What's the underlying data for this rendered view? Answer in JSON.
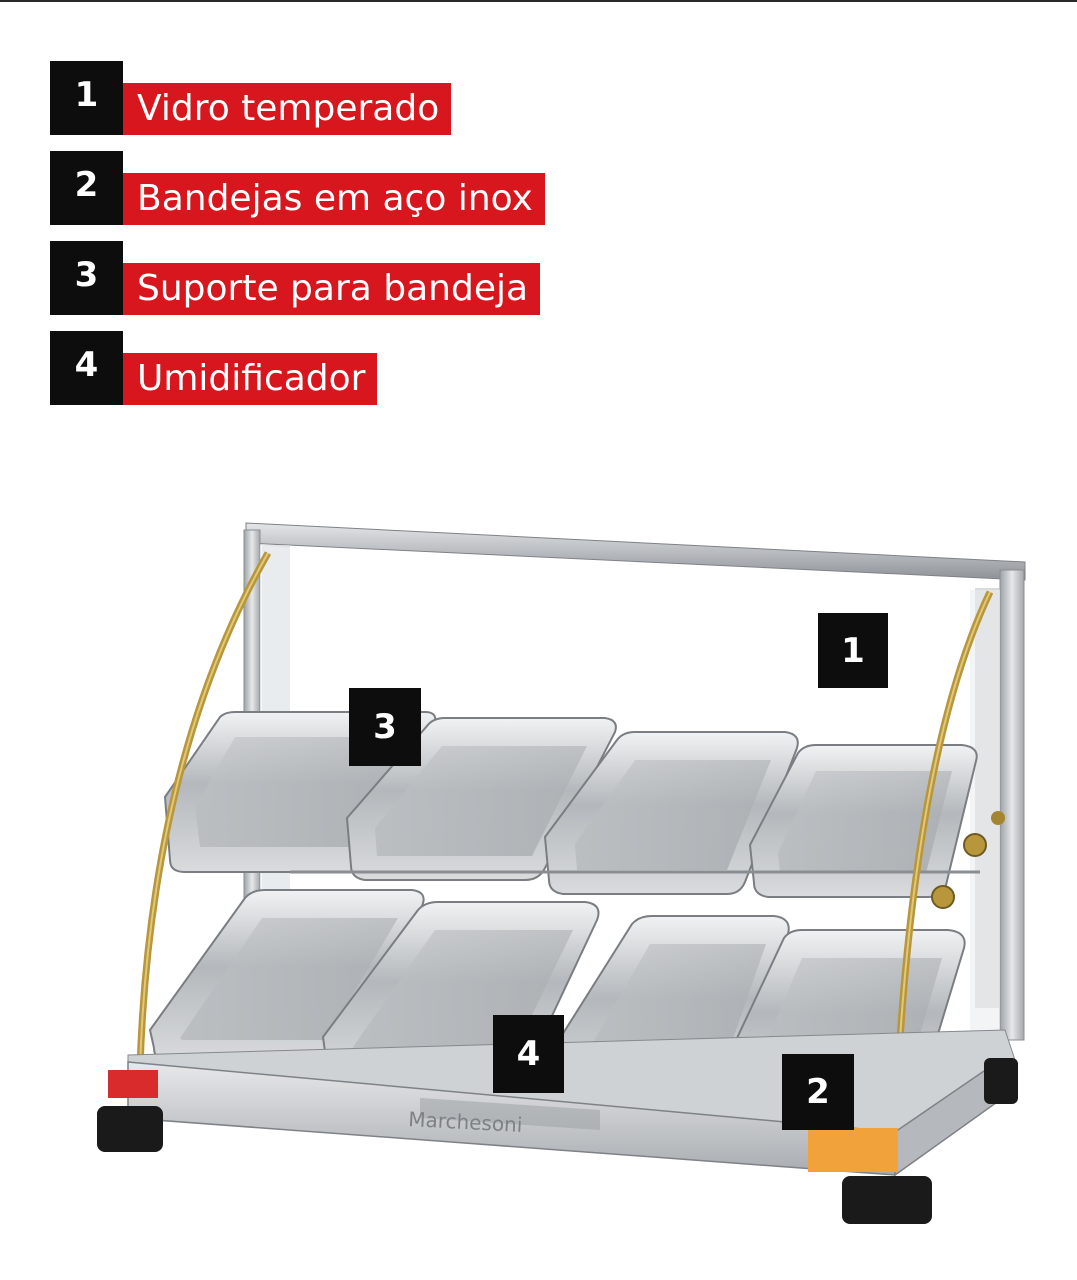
{
  "legend": [
    {
      "number": "1",
      "label": "Vidro temperado"
    },
    {
      "number": "2",
      "label": "Bandejas em aço inox"
    },
    {
      "number": "3",
      "label": "Suporte para bandeja"
    },
    {
      "number": "4",
      "label": "Umidificador"
    }
  ],
  "markers": {
    "glass": "1",
    "trays": "2",
    "support": "3",
    "humidifier": "4"
  },
  "product": {
    "brand": "Marchesoni"
  },
  "colors": {
    "label_red": "#d7161d",
    "number_black": "#0d0d0d",
    "steel": "#b9bcc0",
    "brass": "#b8963c",
    "warning_label": "#d92b2b",
    "info_label": "#f2a23a"
  }
}
